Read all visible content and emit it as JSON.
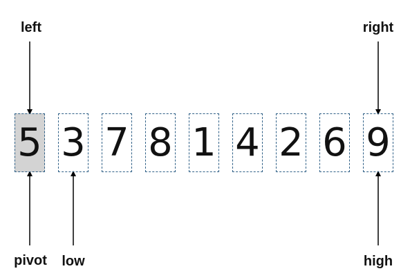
{
  "array": {
    "values": [
      "5",
      "3",
      "7",
      "8",
      "1",
      "4",
      "2",
      "6",
      "9"
    ]
  },
  "labels": {
    "left": "left",
    "right": "right",
    "pivot": "pivot",
    "low": "low",
    "high": "high"
  },
  "colors": {
    "pivot_fill": "#d3d3d3",
    "cell_border": "#2e5f86",
    "arrow": "#000000"
  }
}
